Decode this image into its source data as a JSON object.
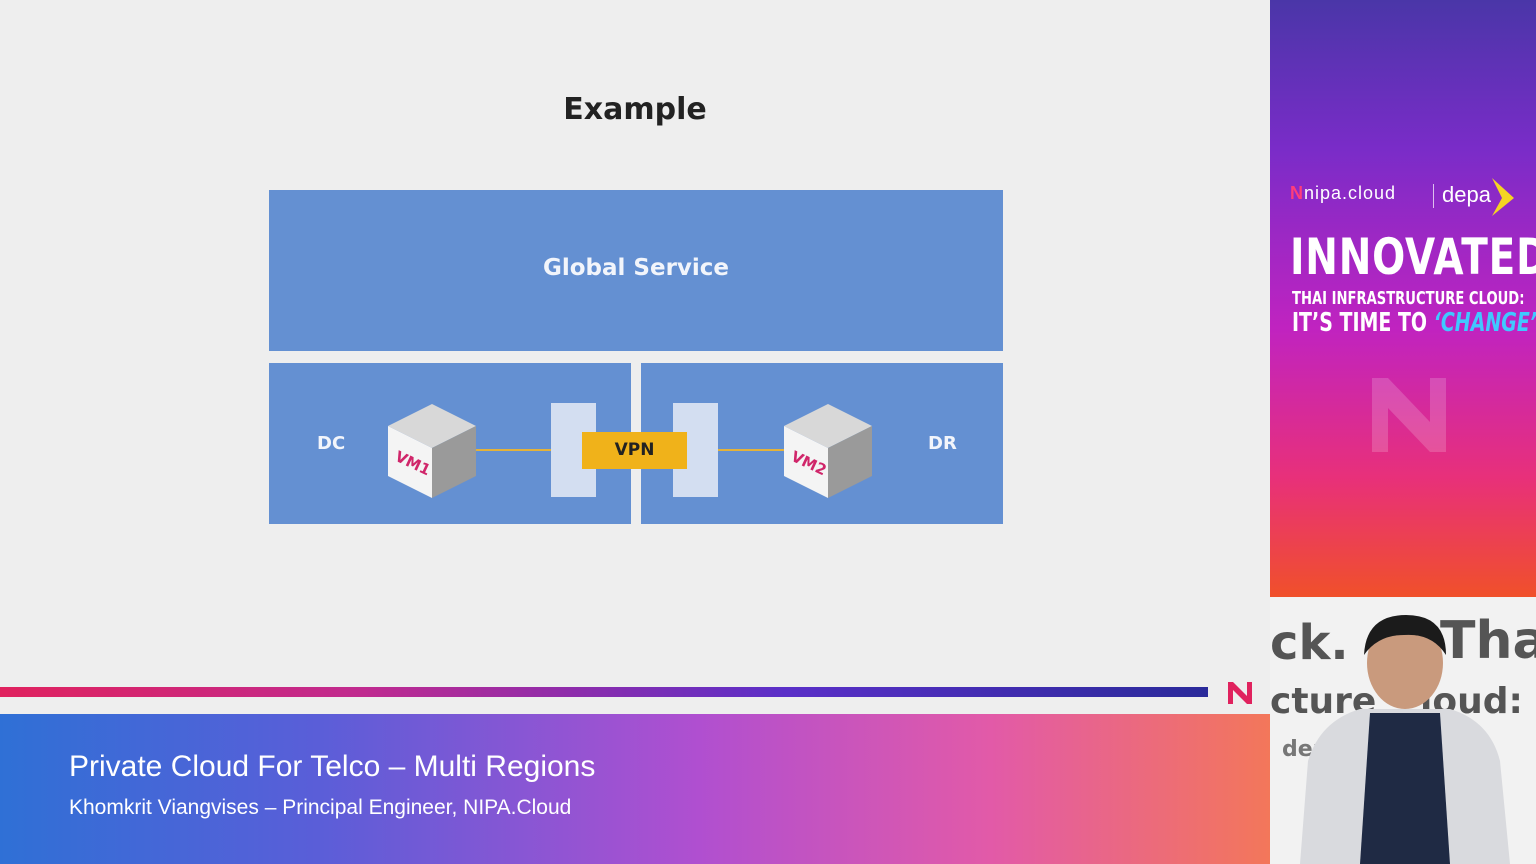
{
  "slide": {
    "title": "Example",
    "diagram": {
      "global_label": "Global Service",
      "left_region": "DC",
      "right_region": "DR",
      "vpn_label": "VPN",
      "vm1_label": "VM1",
      "vm2_label": "VM2"
    }
  },
  "lower_third": {
    "title": "Private Cloud For Telco – Multi Regions",
    "subtitle": "Khomkrit Viangvises – Principal Engineer, NIPA.Cloud"
  },
  "sidebar": {
    "brand_nipa": "nipa.cloud",
    "brand_depa": "depa",
    "headline": "INNOVATED",
    "line1": "THAI INFRASTRUCTURE CLOUD:",
    "line2_prefix": "IT’S TIME TO ",
    "line2_highlight": "‘CHANGE’"
  },
  "video": {
    "bg_text_1": "ck.",
    "bg_text_2": "Thai",
    "bg_text_3": "cture",
    "bg_text_4": "loud: It",
    "bg_text_5": "der"
  },
  "colors": {
    "box_blue": "#6490d2",
    "gateway": "#d3def1",
    "vpn": "#f0b21a",
    "accent_pink": "#d0266a"
  }
}
